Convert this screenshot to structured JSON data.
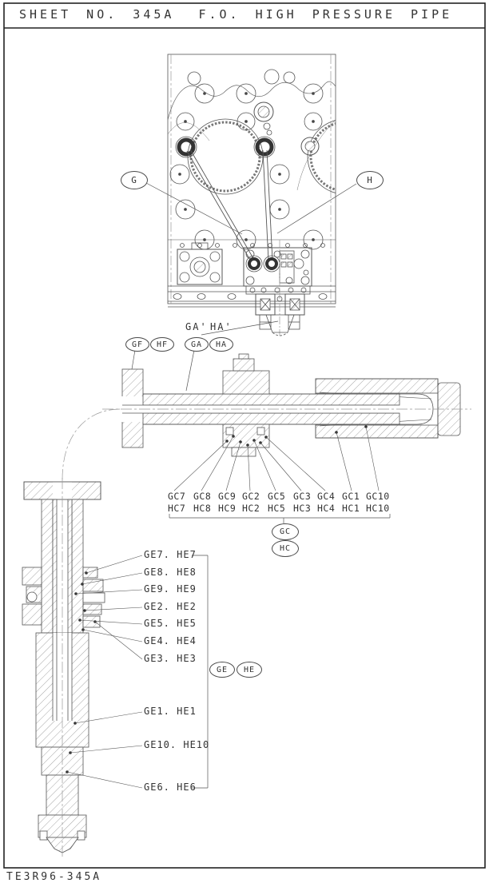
{
  "header": {
    "sheet_label": "SHEET NO. 345A",
    "title": "F.O. HIGH PRESSURE PIPE"
  },
  "footer": {
    "drawing_number": "TE3R96-345A"
  },
  "top_view": {
    "description": "engine cylinder head top view with two fuel high pressure pipes",
    "callouts": {
      "g": "G",
      "h": "H"
    }
  },
  "mid_view": {
    "description": "horizontal cross-section of high pressure pipe",
    "ref_labels": [
      "GA'",
      "HA'"
    ],
    "flange_callouts": [
      "GF",
      "HF",
      "GA",
      "HA"
    ],
    "gc_row": [
      "GC7",
      "GC8",
      "GC9",
      "GC2",
      "GC5",
      "GC3",
      "GC4",
      "GC1",
      "GC10"
    ],
    "hc_row": [
      "HC7",
      "HC8",
      "HC9",
      "HC2",
      "HC5",
      "HC3",
      "HC4",
      "HC1",
      "HC10"
    ],
    "group_callouts": [
      "GC",
      "HC"
    ]
  },
  "detail_view": {
    "description": "vertical cross-section of injection pipe connector",
    "part_labels_upper": [
      "GE7. HE7",
      "GE8. HE8",
      "GE9. HE9",
      "GE2. HE2",
      "GE5. HE5",
      "GE4. HE4",
      "GE3. HE3"
    ],
    "part_labels_lower": [
      "GE1. HE1",
      "GE10. HE10",
      "GE6. HE6"
    ],
    "group_callouts": [
      "GE",
      "HE"
    ]
  },
  "colors": {
    "line": "#444444",
    "hatch": "#909090",
    "background": "#ffffff"
  }
}
